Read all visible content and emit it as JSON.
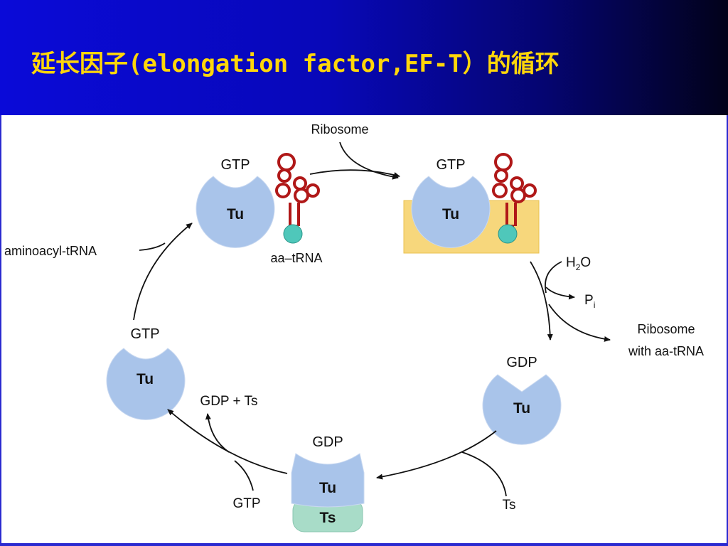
{
  "slide": {
    "title": "延长因子(elongation factor,EF-T）的循环"
  },
  "colors": {
    "header_start": "#0a0ad8",
    "header_end": "#02021a",
    "title": "#ffd60a",
    "protein_fill": "#a9c4ea",
    "ribosome_fill": "#f7d77c",
    "trna_stroke": "#b01818",
    "amino_acid_fill": "#4fc7ba",
    "ts_fill": "#a8dcc8"
  },
  "diagram": {
    "tu_label": "Tu",
    "ts_label": "Ts",
    "nucleotides": {
      "top_left": "GTP",
      "top_right": "GTP",
      "right": "GDP",
      "bottom": "GDP",
      "left": "GTP"
    },
    "labels": {
      "ribosome": "Ribosome",
      "aa_trna": "aa–tRNA",
      "aminoacyl_trna": "aminoacyl-tRNA",
      "h2o_h": "H",
      "h2o_sub": "2",
      "h2o_o": "O",
      "pi_p": "P",
      "pi_sub": "i",
      "ribosome_with_line1": "Ribosome",
      "ribosome_with_line2": "with aa-tRNA",
      "ts_in": "Ts",
      "gtp_in": "GTP",
      "gdp_ts_out": "GDP + Ts"
    }
  }
}
